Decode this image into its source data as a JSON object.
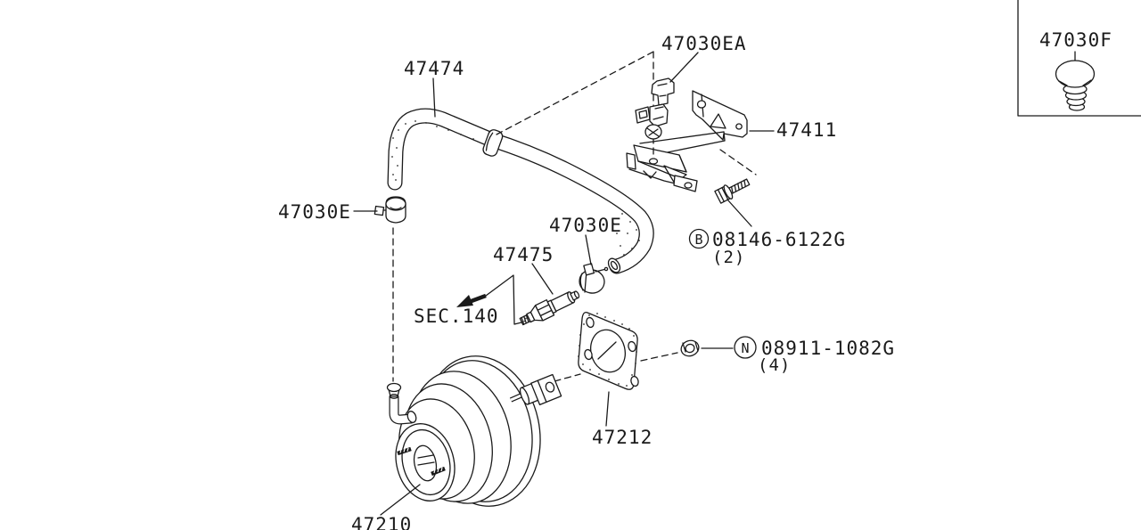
{
  "colors": {
    "line": "#1a1a1a",
    "background": "#ffffff"
  },
  "callouts": {
    "hose": "47474",
    "clip_ea": "47030EA",
    "bracket": "47411",
    "clip_e_left": "47030E",
    "clip_e_mid": "47030E",
    "connector": "47475",
    "sec_ref": "SEC.140",
    "bolt_symbol": "B",
    "bolt_pn": "08146-6122G",
    "bolt_qty": "(2)",
    "nut_symbol": "N",
    "nut_pn": "08911-1082G",
    "nut_qty": "(4)",
    "gasket": "47212",
    "booster": "47210",
    "inset": "47030F"
  }
}
